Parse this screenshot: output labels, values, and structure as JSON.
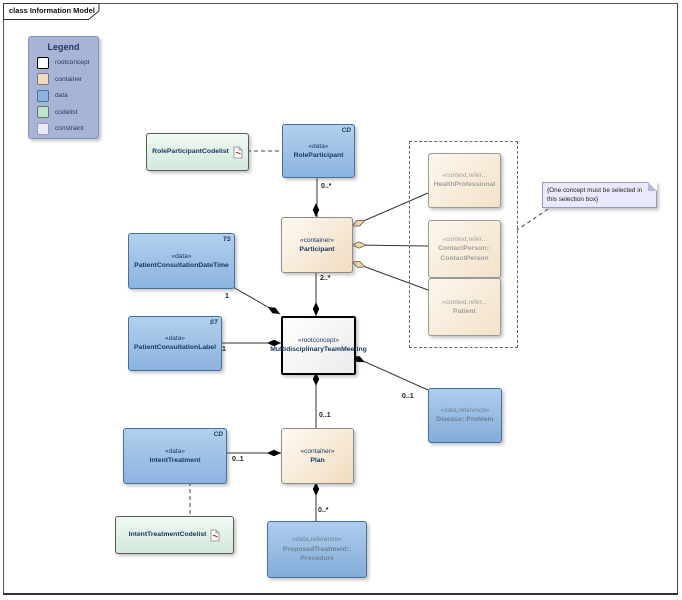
{
  "frame": {
    "title": "class Information Model"
  },
  "legend": {
    "title": "Legend",
    "items": [
      {
        "key": "rootconcept",
        "label": "rootconcept"
      },
      {
        "key": "container",
        "label": "container"
      },
      {
        "key": "data",
        "label": "data"
      },
      {
        "key": "codelist",
        "label": "codelist"
      },
      {
        "key": "constraint",
        "label": "constraint"
      }
    ]
  },
  "nodes": {
    "roleParticipantCodelist": {
      "name": "RoleParticipantCodelist"
    },
    "roleParticipant": {
      "stereotype": "«data»",
      "name": "RoleParticipant",
      "type": "CD"
    },
    "participant": {
      "stereotype": "«container»",
      "name": "Participant"
    },
    "healthProfessional": {
      "stereotype": "«context,refer...",
      "name": "HealthProfessional"
    },
    "contactPerson": {
      "stereotype": "«context,refer...",
      "name_line1": "ContactPerson::",
      "name_line2": "ContactPerson"
    },
    "patient": {
      "stereotype": "«context,refer...",
      "name": "Patient"
    },
    "patientConsultationDateTime": {
      "stereotype": "«data»",
      "name": "PatientConsultationDateTime",
      "type": "TS"
    },
    "patientConsultationLabel": {
      "stereotype": "«data»",
      "name": "PatientConsultationLabel",
      "type": "ST"
    },
    "multidisciplinaryTeamMeeting": {
      "stereotype": "«rootconcept»",
      "name": "MultidisciplinaryTeamMeeting"
    },
    "diseaseProblem": {
      "stereotype": "«data,reference»",
      "name": "Disease::Problem"
    },
    "intentTreatment": {
      "stereotype": "«data»",
      "name": "IntentTreatment",
      "type": "CD"
    },
    "plan": {
      "stereotype": "«container»",
      "name": "Plan"
    },
    "intentTreatmentCodelist": {
      "name": "IntentTreatmentCodelist"
    },
    "proposedTreatmentProcedure": {
      "stereotype": "«data,reference»",
      "name_line1": "ProposedTreatment::",
      "name_line2": "Procedure"
    }
  },
  "edges": {
    "roleParticipant_participant": "0..*",
    "participant_mtm": "2..*",
    "dateTime_mtm": "1",
    "label_mtm": "1",
    "mtm_disease": "0..1",
    "mtm_plan": "0..1",
    "intentTreatment_plan": "0..1",
    "plan_procedure": "0..*"
  },
  "note": {
    "text": "{One concept must be selected in this selection box}"
  },
  "colors": {
    "data_fill": "#8cb3e0",
    "container_fill": "#f1dcbe",
    "codelist_fill": "#d2e9dc",
    "constraint_fill": "#e9e9fb",
    "rootconcept_border": "#000000",
    "text_navy": "#17365d",
    "legend_bg": "#a8b4d5"
  }
}
